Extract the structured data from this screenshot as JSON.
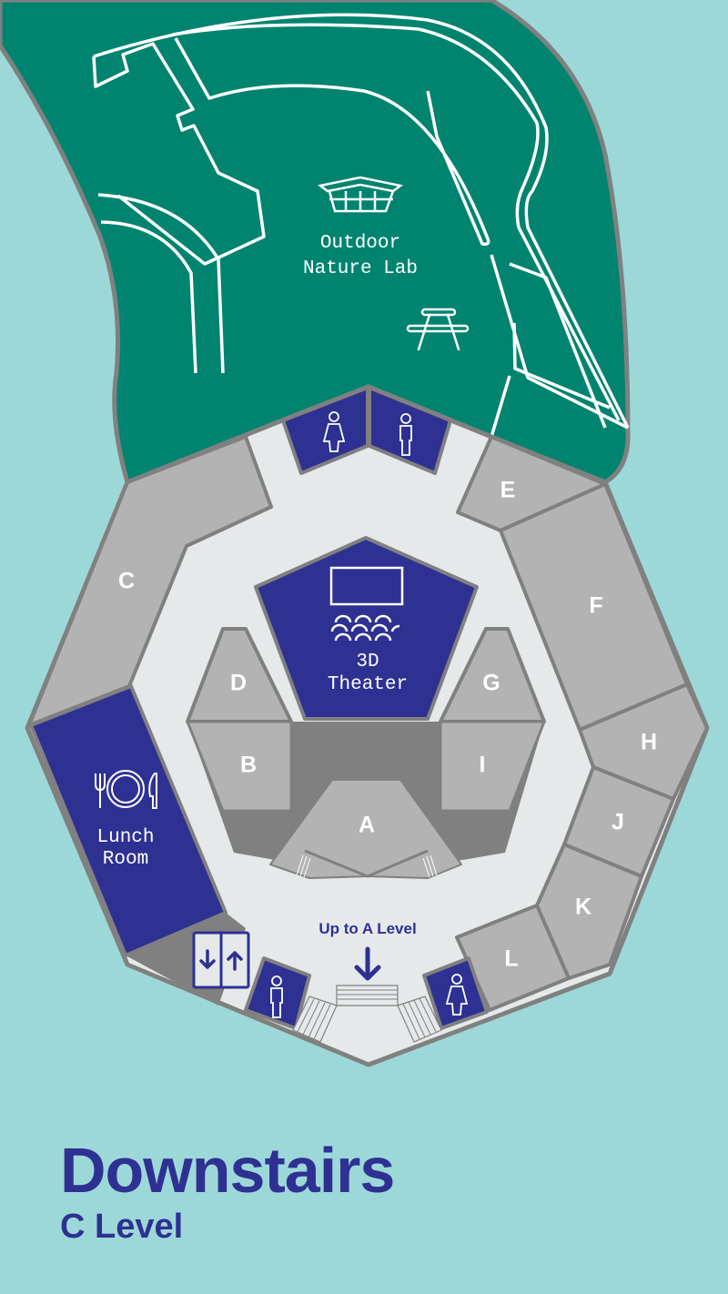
{
  "map": {
    "colors": {
      "background": "#9dd8d8",
      "outdoor": "#00846f",
      "wall": "#808080",
      "room": "#b3b3b3",
      "corridor": "#e5e9ea",
      "core": "#808080",
      "feature_room": "#2e3192",
      "label": "#ffffff",
      "nav_text": "#2e3192"
    },
    "outdoor_area": {
      "line1": "Outdoor",
      "line2": "Nature Lab",
      "icons": [
        "gazebo-icon",
        "picnic-table-icon"
      ]
    },
    "theater": {
      "line1": "3D",
      "line2": "Theater",
      "icon": "movie-screen-seats-icon"
    },
    "lunch_room": {
      "line1": "Lunch",
      "line2": "Room",
      "icon": "fork-plate-knife-icon"
    },
    "rooms": {
      "A": "A",
      "B": "B",
      "C": "C",
      "D": "D",
      "E": "E",
      "F": "F",
      "G": "G",
      "H": "H",
      "I": "I",
      "J": "J",
      "K": "K",
      "L": "L"
    },
    "restrooms": [
      {
        "position": "top-left",
        "type": "women"
      },
      {
        "position": "top-right",
        "type": "men"
      },
      {
        "position": "bottom-left",
        "type": "men"
      },
      {
        "position": "bottom-right",
        "type": "women"
      }
    ],
    "elevator": {
      "icon": "elevator-down-up-icon"
    },
    "stairs_label": "Up to A Level"
  },
  "title": {
    "main": "Downstairs",
    "sub": "C Level"
  }
}
